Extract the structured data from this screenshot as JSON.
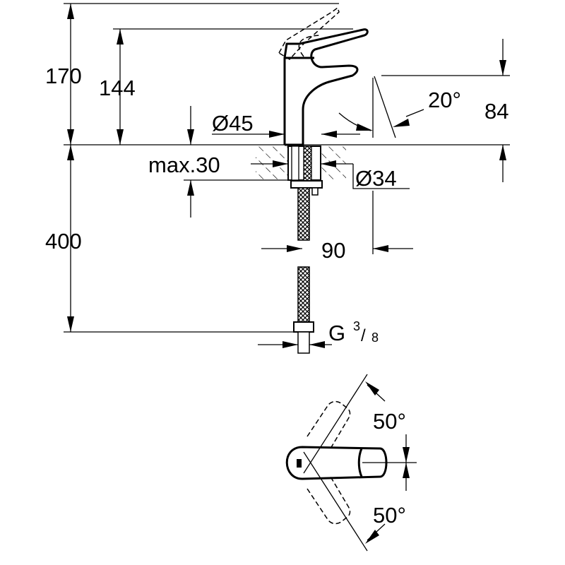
{
  "drawing": {
    "dimensions": {
      "total_height": "170",
      "lever_height": "144",
      "spout_height": "84",
      "base_diameter": "Ø45",
      "deck_thickness": "max.30",
      "hole_diameter": "Ø34",
      "hose_length": "400",
      "spout_reach": "90",
      "spout_angle": "20°",
      "connection_thread": "G",
      "thread_num": "3",
      "thread_den": "8",
      "lever_rotation_left": "50°",
      "lever_rotation_right": "50°"
    }
  }
}
